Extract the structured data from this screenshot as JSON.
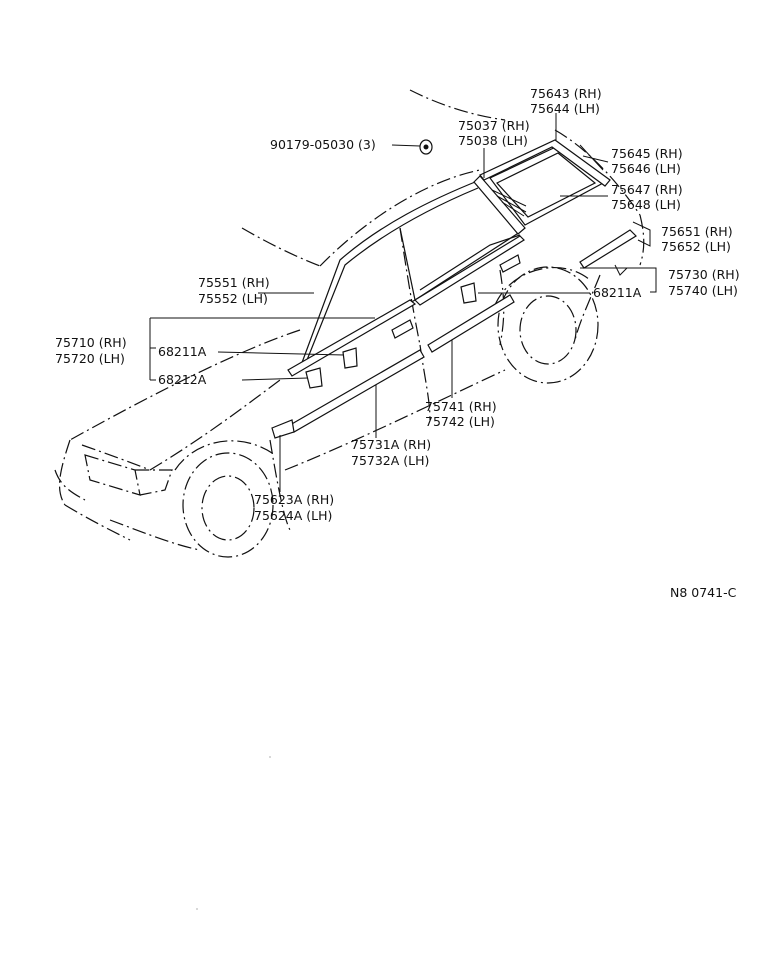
{
  "colors": {
    "ink": "#111111",
    "background": "#ffffff"
  },
  "labels": {
    "l75643": "75643 (RH)",
    "l75644": "75644 (LH)",
    "l75037": "75037 (RH)",
    "l75038": "75038 (LH)",
    "l90179": "90179-05030 (3)",
    "l75645": "75645 (RH)",
    "l75646": "75646 (LH)",
    "l75647": "75647 (RH)",
    "l75648": "75648 (LH)",
    "l75651": "75651 (RH)",
    "l75652": "75652 (LH)",
    "l75730": "75730 (RH)",
    "l75740": "75740 (LH)",
    "l68211r": "68211A",
    "l75551": "75551 (RH)",
    "l75552": "75552 (LH)",
    "l75710": "75710 (RH)",
    "l75720": "75720 (LH)",
    "l68211l": "68211A",
    "l68212": "68212A",
    "l75741": "75741 (RH)",
    "l75742": "75742 (LH)",
    "l75731": "75731A (RH)",
    "l75732": "75732A (LH)",
    "l75623": "75623A (RH)",
    "l75624": "75624A (LH)",
    "code": "N8 0741-C"
  }
}
